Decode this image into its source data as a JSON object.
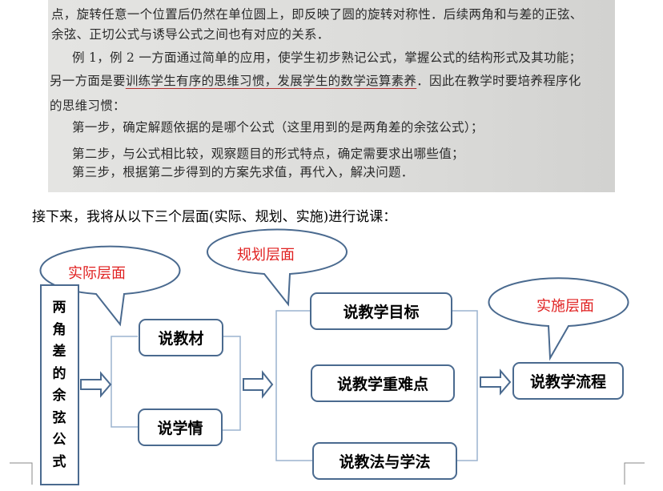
{
  "photo": {
    "lines": [
      "点，旋转任意一个位置后仍然在单位圆上，即反映了圆的旋转对称性．后续两角和与差的正弦、",
      "余弦、正切公式与诱导公式之间也有对应的关系．",
      "例 1，例 2 一方面通过简单的应用，使学生初步熟记公式，掌握公式的结构形式及其功能；",
      "另一方面是要",
      "训练学生有序的思维习惯，发展学生的数学运算素养",
      "．因此在教学时要培养程序化",
      "的思维习惯：",
      "第一步，确定解题依据的是哪个公式（这里用到的是两角差的余弦公式）；",
      "第二步，与公式相比较，观察题目的形式特点，确定需要求出哪些值；",
      "第三步，根据第二步得到的方案先求值，再代入，解决问题．"
    ]
  },
  "intro": "接下来，我将从以下三个层面(实际、规划、实施)进行说课：",
  "diagram": {
    "topic": "两角差的余弦公式",
    "callouts": [
      "实际层面",
      "规划层面",
      "实施层面"
    ],
    "level1": [
      "说教材",
      "说学情"
    ],
    "level2": [
      "说教学目标",
      "说教学重难点",
      "说教法与学法"
    ],
    "level3": "说教学流程",
    "colors": {
      "box_border": "#4a6a8f",
      "callout_text": "#e02020",
      "bracket": "#9bb3cf"
    }
  }
}
